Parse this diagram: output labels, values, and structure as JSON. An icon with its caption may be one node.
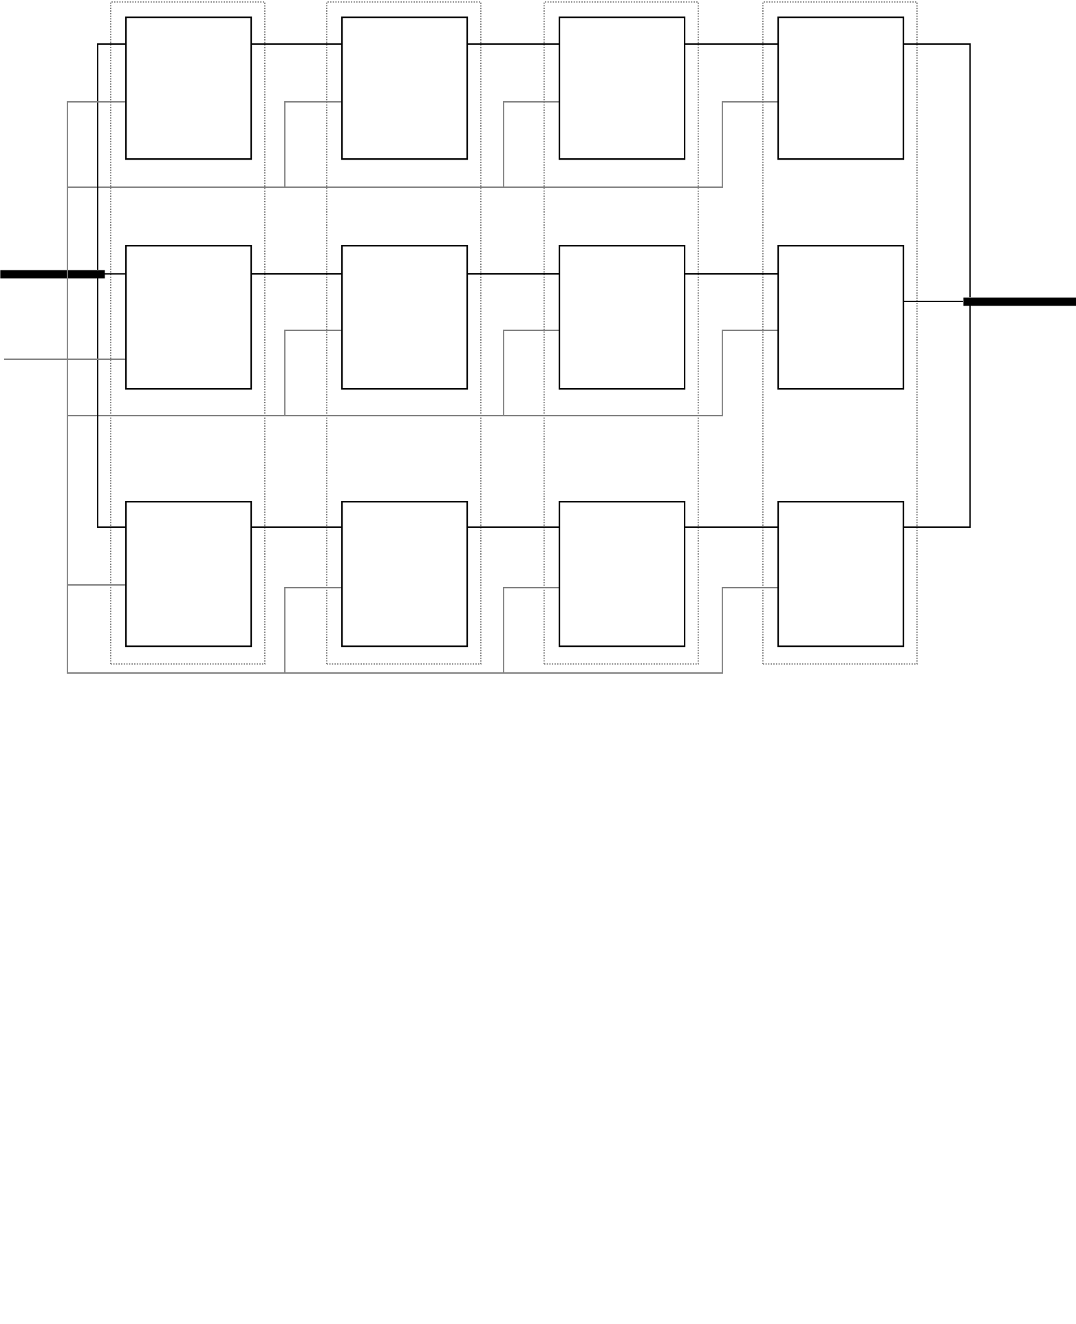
{
  "diagram": {
    "nodes": [
      {
        "text": [],
        "shape": "bar"
      },
      {
        "text": [],
        "shape": "box"
      },
      {
        "text": [],
        "shape": "box"
      },
      {
        "text": [],
        "shape": "box"
      },
      {
        "text": [],
        "shape": "box"
      },
      {
        "text": [],
        "shape": "box",
        "in": 1
      },
      {
        "text": [],
        "shape": "box",
        "in": 2
      },
      {
        "text": [],
        "shape": "box",
        "in": 3
      },
      {
        "text": [],
        "shape": "box",
        "in": 4
      },
      {
        "text": [],
        "shape": "box",
        "in": 1
      },
      {
        "text": [],
        "shape": "box",
        "in": 2
      },
      {
        "text": [],
        "shape": "box",
        "in": 3
      },
      {
        "text": [],
        "shape": "box",
        "in": 4
      },
      {
        "text": [],
        "shape": "box",
        "in": 1
      },
      {
        "text": [],
        "shape": "box",
        "in": 2
      },
      {
        "text": [],
        "shape": "box",
        "in": 3
      },
      {
        "text": [],
        "shape": "box",
        "in": 4
      },
      {
        "text": [],
        "shape": "bar"
      }
    ],
    "edges": [
      {
        "from": 0,
        "to": 5,
        "arrow": "none"
      },
      {
        "from": 0,
        "to": 9,
        "arrow": "none"
      },
      {
        "from": 0,
        "to": 13,
        "arrow": "none"
      },
      {
        "from": 5,
        "to": 6,
        "arrow": "none"
      },
      {
        "from": 6,
        "to": 7,
        "arrow": "none"
      },
      {
        "from": 7,
        "to": 8,
        "arrow": "none"
      },
      {
        "from": 9,
        "to": 10,
        "arrow": "none"
      },
      {
        "from": 10,
        "to": 11,
        "arrow": "none"
      },
      {
        "from": 11,
        "to": 12,
        "arrow": "none"
      },
      {
        "from": 13,
        "to": 14,
        "arrow": "none"
      },
      {
        "from": 14,
        "to": 15,
        "arrow": "none"
      },
      {
        "from": 15,
        "to": 16,
        "arrow": "none"
      },
      {
        "from": 8,
        "to": 17,
        "arrow": "none"
      },
      {
        "from": 12,
        "to": 17,
        "arrow": "none"
      },
      {
        "from": 16,
        "to": 17,
        "arrow": "none"
      },
      {
        "from": null,
        "to": 5,
        "arrow": "none",
        "color": "#808080"
      },
      {
        "from": null,
        "to": 6,
        "arrow": "none",
        "color": "#808080"
      },
      {
        "from": null,
        "to": 7,
        "arrow": "none",
        "color": "#808080"
      },
      {
        "from": null,
        "to": 8,
        "arrow": "none",
        "color": "#808080"
      },
      {
        "from": null,
        "to": 9,
        "arrow": "none",
        "color": "#808080"
      },
      {
        "from": null,
        "to": 10,
        "arrow": "none",
        "color": "#808080"
      },
      {
        "from": null,
        "to": 11,
        "arrow": "none",
        "color": "#808080"
      },
      {
        "from": null,
        "to": 12,
        "arrow": "none",
        "color": "#808080"
      },
      {
        "from": null,
        "to": 13,
        "arrow": "none",
        "color": "#808080"
      },
      {
        "from": null,
        "to": 14,
        "arrow": "none",
        "color": "#808080"
      },
      {
        "from": null,
        "to": 15,
        "arrow": "none",
        "color": "#808080"
      },
      {
        "from": null,
        "to": 16,
        "arrow": "none",
        "color": "#808080"
      }
    ]
  }
}
